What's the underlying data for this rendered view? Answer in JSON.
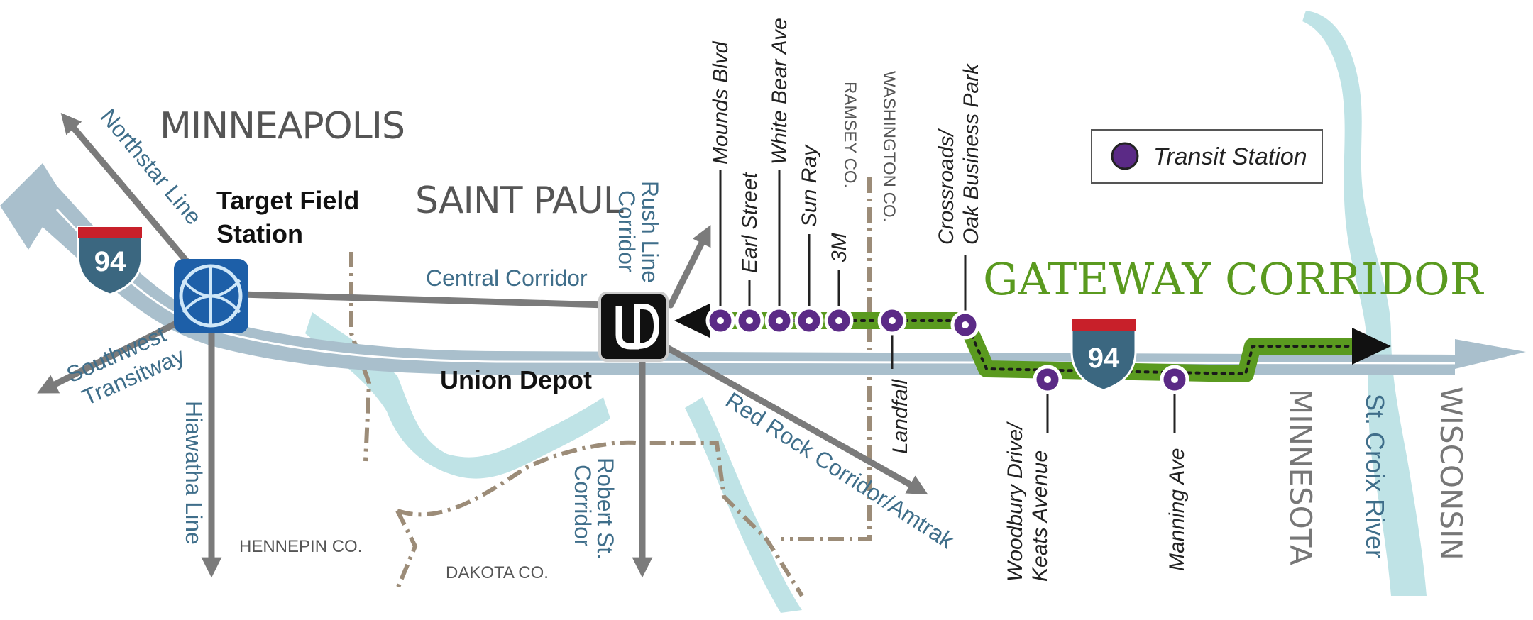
{
  "cities": {
    "minneapolis": "MINNEAPOLIS",
    "saint_paul": "SAINT PAUL"
  },
  "hubs": {
    "target_field": [
      "Target Field",
      "Station"
    ],
    "union_depot": "Union Depot"
  },
  "corridors": {
    "northstar": "Northstar Line",
    "southwest": [
      "Southwest",
      "Transitway"
    ],
    "hiawatha": "Hiawatha Line",
    "central": "Central Corridor",
    "rush_line": [
      "Rush Line",
      "Corridor"
    ],
    "robert_st": [
      "Robert St.",
      "Corridor"
    ],
    "red_rock": "Red Rock Corridor/Amtrak"
  },
  "counties": {
    "hennepin": "HENNEPIN CO.",
    "dakota": "DAKOTA CO.",
    "ramsey": "RAMSEY CO.",
    "washington": "WASHINGTON CO."
  },
  "stations": {
    "mounds_blvd": "Mounds Blvd",
    "earl_street": "Earl Street",
    "white_bear": "White Bear Ave",
    "sun_ray": "Sun Ray",
    "three_m": "3M",
    "landfall": "Landfall",
    "crossroads": [
      "Crossroads/",
      "Oak Business Park"
    ],
    "woodbury": [
      "Woodbury Drive/",
      "Keats Avenue"
    ],
    "manning": "Manning Ave"
  },
  "title": "GATEWAY CORRIDOR",
  "legend": {
    "label": "Transit Station"
  },
  "states": {
    "minnesota": "MINNESOTA",
    "wisconsin": "WISCONSIN"
  },
  "river": "St. Croix River",
  "interstate": "94",
  "colors": {
    "route_green": "#5a9a1f",
    "station_purple": "#5b2a86",
    "highway": "#a9bfcc",
    "river": "#bfe3e6",
    "corridor_gray": "#7b7b7b",
    "county_line": "#9c8c78"
  }
}
